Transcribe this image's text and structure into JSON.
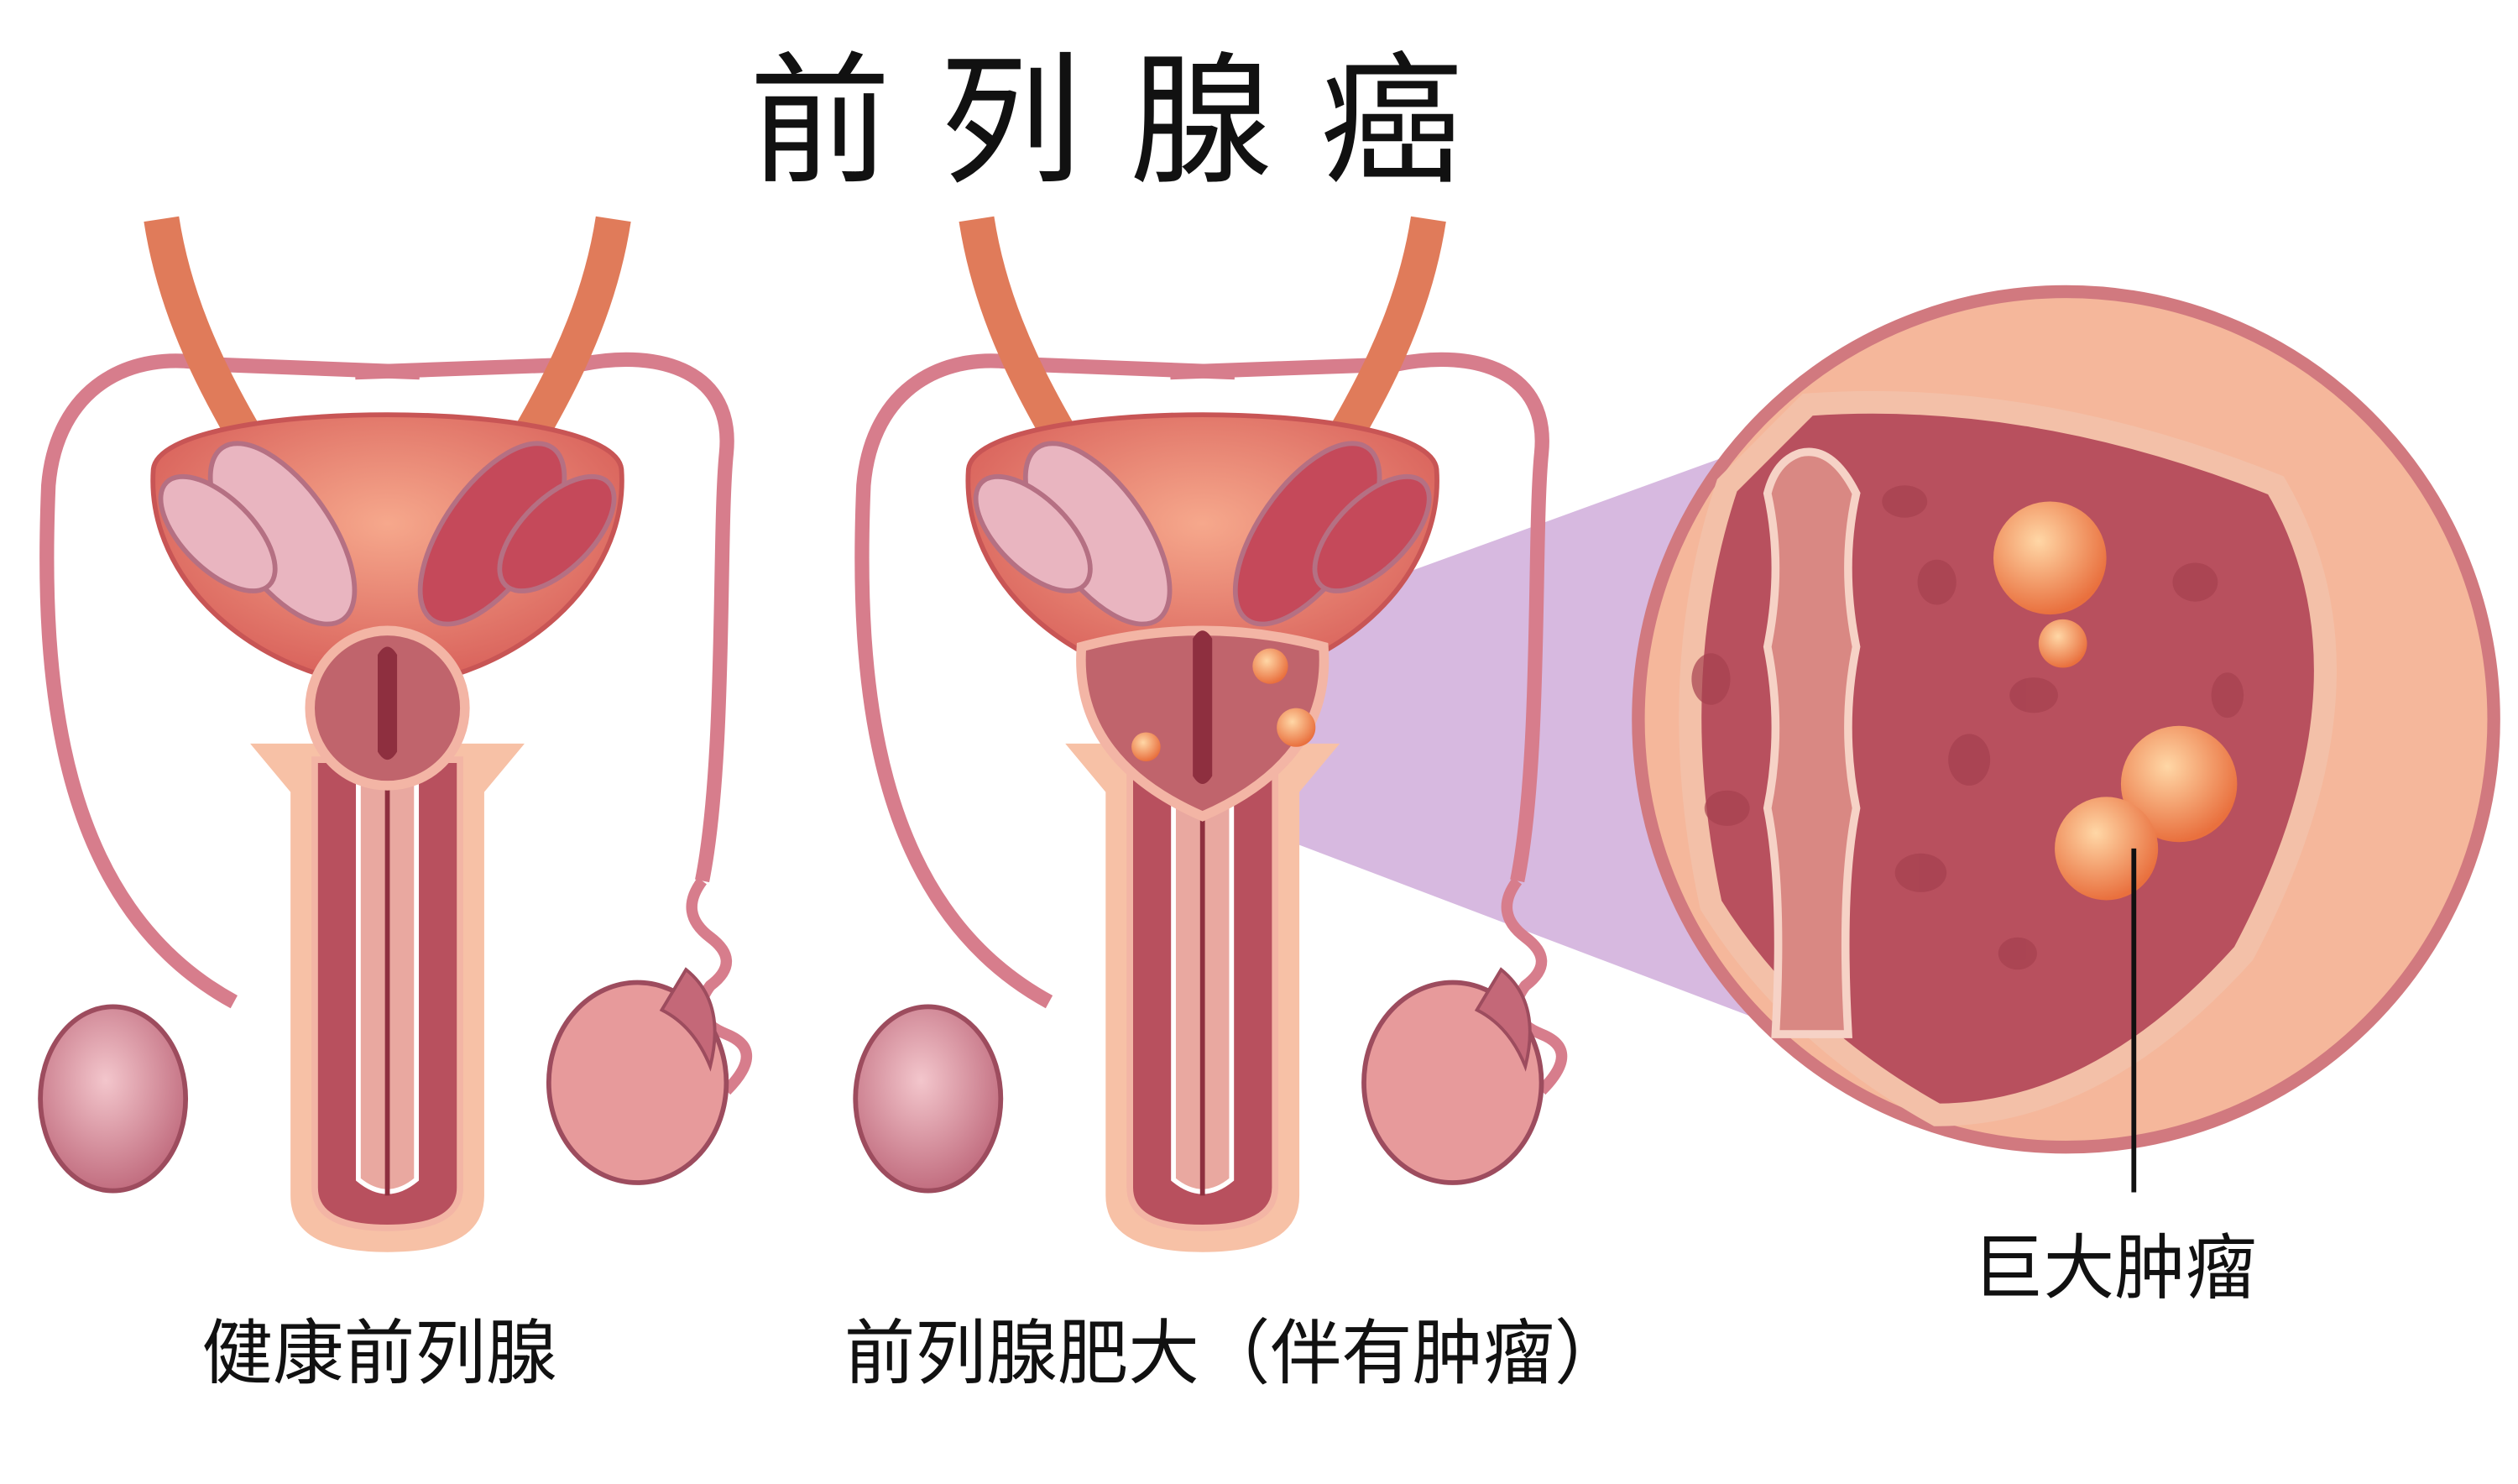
{
  "title": "前列腺癌",
  "labels": {
    "healthy": "健康前列腺",
    "enlarged": "前列腺肥大（伴有肿瘤）",
    "tumor": "巨大肿瘤"
  },
  "colors": {
    "tissue": "#e8836f",
    "tissue_dark": "#b9475a",
    "skin": "#f4b79c",
    "magnifier": "#c9a2d6",
    "tumor": "#f09a5a"
  }
}
